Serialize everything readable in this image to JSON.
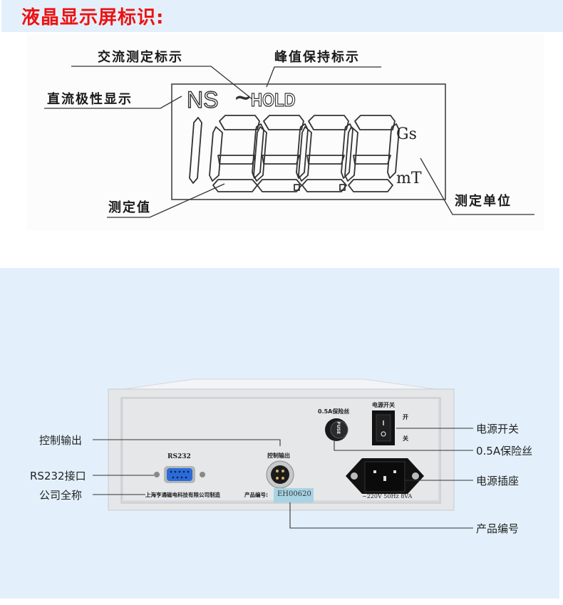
{
  "header": {
    "title": "液晶显示屏标识:"
  },
  "lcd": {
    "labels": {
      "ac": "交流测定标示",
      "peak": "峰值保持标示",
      "dc_polarity": "直流极性显示",
      "value": "测定值",
      "unit": "测定单位"
    },
    "indicators": {
      "ns": "NS",
      "ac_symbol": "~",
      "hold": "HOLD"
    },
    "digits": "188.8.8",
    "units": {
      "gs": "Gs",
      "mt": "mT"
    }
  },
  "device": {
    "panel_labels": {
      "rs232": "RS232",
      "control_output": "控制输出",
      "fuse": "0.5A保险丝",
      "power_switch": "电源开关",
      "switch_on": "开",
      "switch_off": "关",
      "fuse_cap": "FUSE",
      "socket_rating": "~220V 50Hz 8VA",
      "company": "上海亨通磁电科技有限公司制造",
      "product_no_label": "产品编号:",
      "product_no": "EH00620"
    },
    "callouts": {
      "control_output": "控制输出",
      "rs232": "RS232接口",
      "company": "公司全称",
      "power_switch": "电源开关",
      "fuse": "0.5A保险丝",
      "power_socket": "电源插座",
      "product_no": "产品编号"
    }
  },
  "colors": {
    "title_red": "#ee1111",
    "band_blue": "#e3f0fb",
    "db9_blue": "#2a6bd8"
  }
}
